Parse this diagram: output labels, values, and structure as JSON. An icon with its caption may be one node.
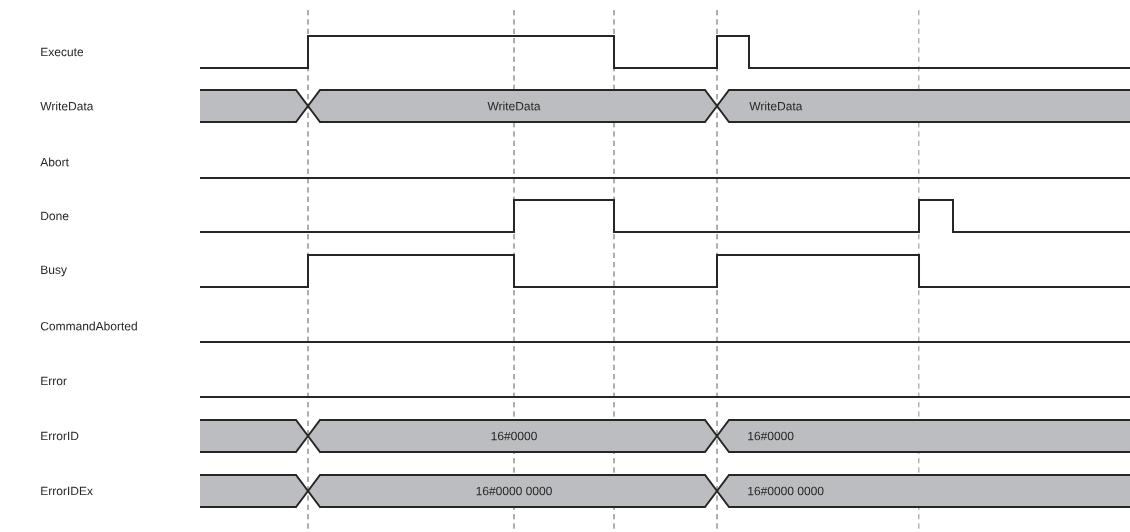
{
  "diagram": {
    "labels": [
      "Execute",
      "WriteData",
      "Abort",
      "Done",
      "Busy",
      "CommandAborted",
      "Error",
      "ErrorID",
      "ErrorIDEx",
      "WriteData",
      "WriteData",
      "16#0000",
      "16#0000",
      "16#0000 0000",
      "16#0000 0000"
    ]
  }
}
